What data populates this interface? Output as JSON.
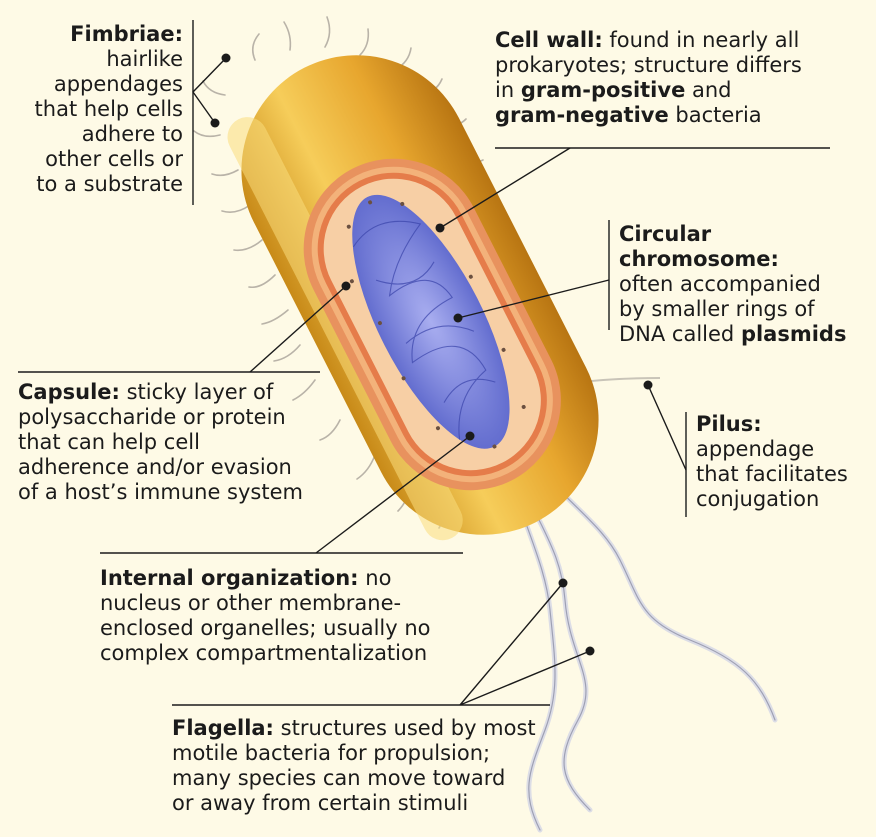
{
  "labels": {
    "fimbriae": {
      "term": "Fimbriae:",
      "lines": [
        "hairlike",
        "appendages",
        "that help cells",
        "adhere to",
        "other cells or",
        "to a substrate"
      ]
    },
    "cell_wall": {
      "term": "Cell wall:",
      "line1_rest": " found in nearly all",
      "line2": "prokaryotes; structure differs",
      "line3_pre": "in ",
      "line3_bold": "gram-positive",
      "line3_post": " and",
      "line4_bold": "gram-negative",
      "line4_post": " bacteria"
    },
    "chromosome": {
      "term": "Circular chromosome:",
      "line2": "often accompanied",
      "line3": "by smaller rings of",
      "line4_pre": "DNA called ",
      "line4_bold": "plasmids"
    },
    "pilus": {
      "term": "Pilus:",
      "lines": [
        "appendage",
        "that facilitates",
        "conjugation"
      ]
    },
    "capsule": {
      "term": "Capsule:",
      "line1_rest": " sticky layer of",
      "lines": [
        "polysaccharide or protein",
        "that can help cell",
        "adherence and/or evasion",
        "of a host’s immune system"
      ]
    },
    "internal": {
      "term": "Internal organization:",
      "line1_rest": " no",
      "lines": [
        "nucleus or other membrane-",
        "enclosed organelles; usually no",
        "complex compartmentalization"
      ]
    },
    "flagella": {
      "term": "Flagella:",
      "line1_rest": " structures used by most",
      "lines": [
        "motile bacteria for propulsion;",
        "many species can move toward",
        "or away from certain stimuli"
      ]
    }
  },
  "colors": {
    "background": "#fefae6",
    "capsule": "#e2a32a",
    "cell_wall": "#e08050",
    "cytoplasm": "#f6c9a0",
    "chromosome": "#6f78d8",
    "leader_line": "#1b1b1b"
  }
}
